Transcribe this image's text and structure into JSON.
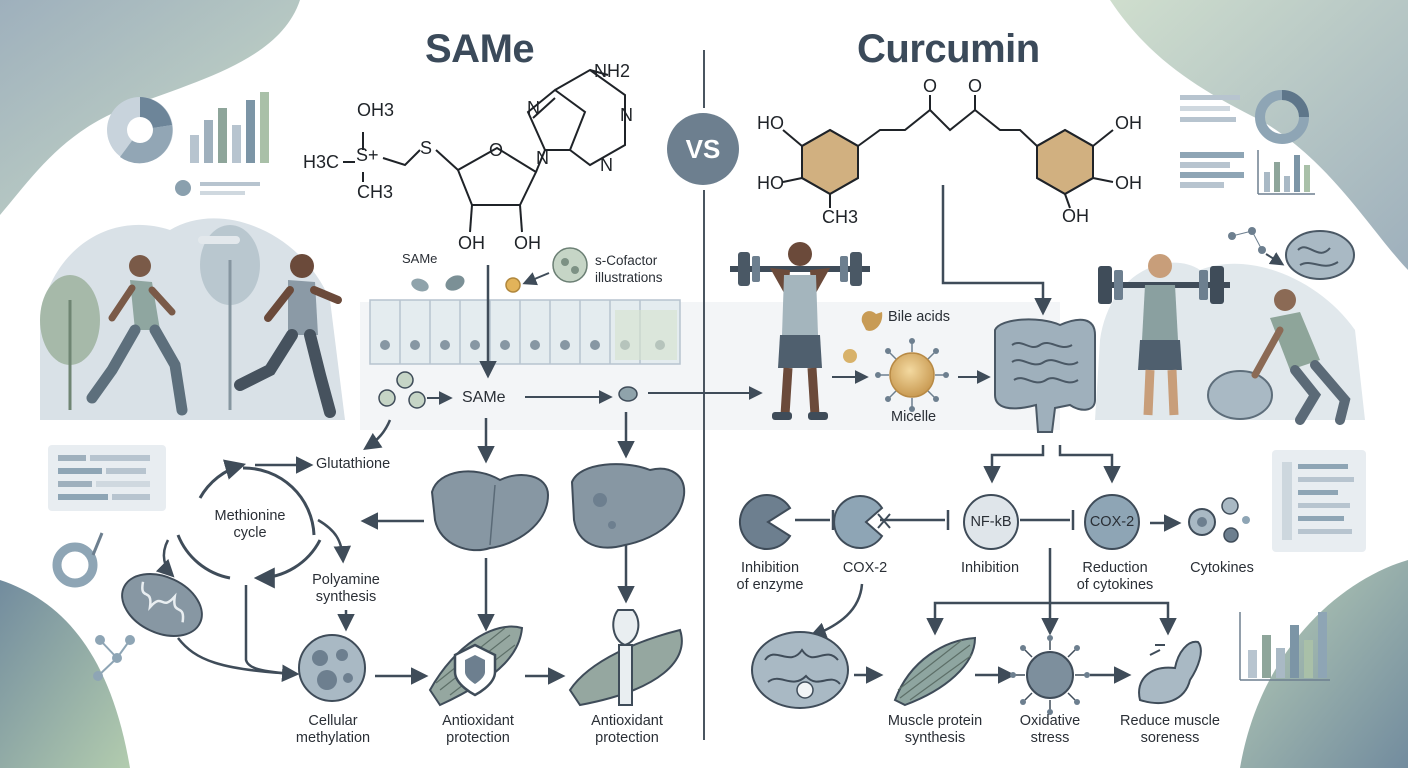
{
  "header": {
    "left_title": "SAMe",
    "right_title": "Curcumin",
    "vs_badge": "VS"
  },
  "same": {
    "molecule": {
      "oh3": "OH3",
      "h3c": "H3C",
      "s_plus": "S+",
      "ch3": "CH3",
      "s": "S",
      "nh2": "NH2",
      "n1": "N",
      "n2": "N",
      "n3": "N",
      "n4": "N",
      "o": "O",
      "oh_left": "OH",
      "oh_right": "OH"
    },
    "absorption": {
      "same_label": "SAMe",
      "cofactor_label": "s-Cofactor\nillustrations",
      "flow_label": "SAMe"
    },
    "pathway": {
      "glutathione": "Glutathione",
      "methionine_cycle": "Methionine\ncycle",
      "polyamine": "Polyamine\nsynthesis",
      "cellular_methylation": "Cellular\nmethylation",
      "antioxidant_1": "Antioxidant\nprotection",
      "antioxidant_2": "Antioxidant\nprotection"
    }
  },
  "curcumin": {
    "molecule": {
      "ho_top_left": "HO",
      "ho_bottom_left": "HO",
      "ch3": "CH3",
      "o1": "O",
      "o2": "O",
      "oh_top_right": "OH",
      "oh_mid_right": "OH",
      "oh_bottom_right": "OH"
    },
    "absorption": {
      "bile_acids": "Bile acids",
      "micelle": "Micelle"
    },
    "pathway": {
      "inhibition_enzyme": "Inhibition\nof enzyme",
      "cox2_left": "COX-2",
      "nfkb_node": "NF-kB",
      "inhibition": "Inhibition",
      "cox2_node": "COX-2",
      "reduction_cytokines": "Reduction\nof cytokines",
      "cytokines": "Cytokines",
      "muscle_protein": "Muscle protein\nsynthesis",
      "oxidative_stress": "Oxidative\nstress",
      "reduce_soreness": "Reduce muscle\nsoreness"
    }
  },
  "colors": {
    "node_fill": "#7d8f9d",
    "arrow": "#3f4c59",
    "accent_green": "#8aa88c",
    "ring_gold": "#c9a36b"
  }
}
